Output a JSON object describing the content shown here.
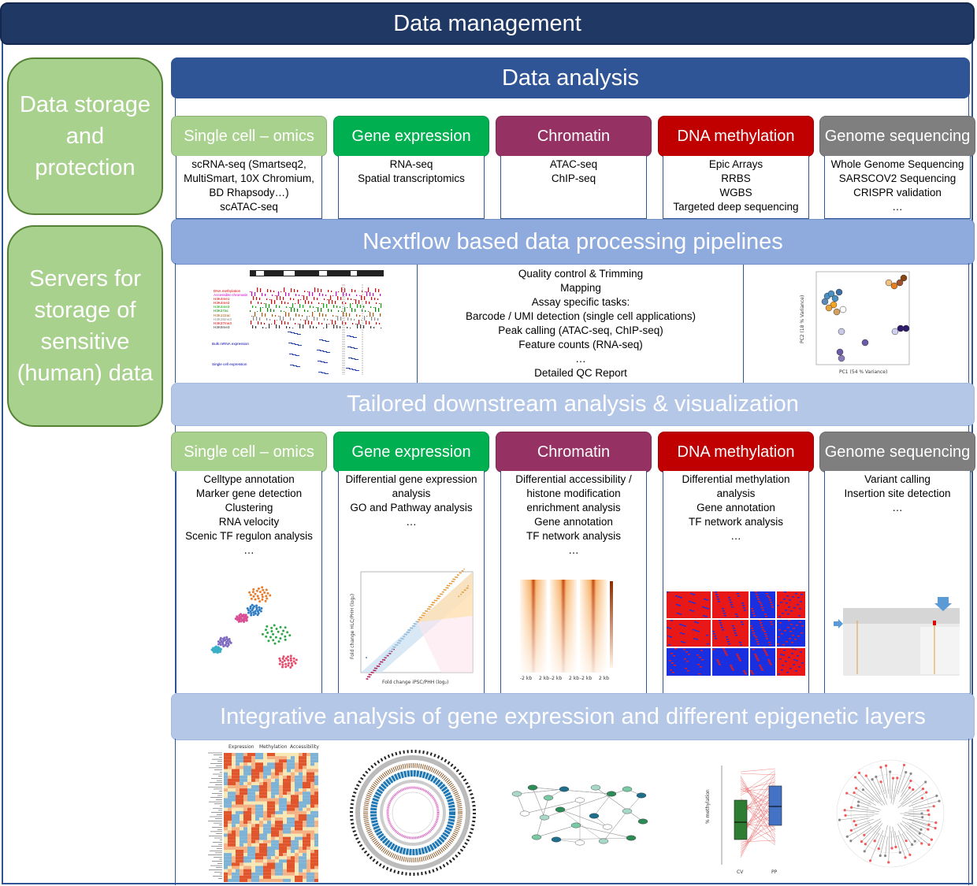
{
  "header": {
    "title": "Data management"
  },
  "side": {
    "storage": "Data storage and protection",
    "servers": "Servers for storage of sensitive (human) data"
  },
  "analysis": {
    "title": "Data analysis",
    "categories": [
      {
        "label": "Single cell – omics",
        "color": "#a9d18e",
        "items": [
          "scRNA-seq (Smartseq2,",
          "MultiSmart, 10X Chromium,",
          "BD Rhapsody…)",
          "scATAC-seq"
        ]
      },
      {
        "label": "Gene expression",
        "color": "#00b050",
        "items": [
          "RNA-seq",
          "Spatial transcriptomics"
        ]
      },
      {
        "label": "Chromatin",
        "color": "#953163",
        "items": [
          "ATAC-seq",
          "ChIP-seq"
        ]
      },
      {
        "label": "DNA methylation",
        "color": "#c00000",
        "items": [
          "Epic Arrays",
          "RRBS",
          "WGBS",
          "Targeted deep sequencing"
        ]
      },
      {
        "label": "Genome sequencing",
        "color": "#7f7f7f",
        "items": [
          "Whole Genome Sequencing",
          "SARSCOV2 Sequencing",
          "CRISPR validation",
          "…"
        ]
      }
    ]
  },
  "pipelines": {
    "title": "Nextflow based data processing pipelines",
    "items": [
      "Quality control & Trimming",
      "Mapping",
      "Assay specific tasks:",
      "Barcode / UMI detection (single cell applications)",
      "Peak calling (ATAC-seq, ChIP-seq)",
      "Feature counts (RNA-seq)",
      "…",
      "Detailed QC Report"
    ],
    "pca": {
      "ylabel": "PC2 (18 % Variance)",
      "xlabel": "PC1 (54 % Variance)"
    },
    "browser_labels": [
      "DNA methylation",
      "Accessible chromatin",
      "H3K4me1",
      "H3K4me2",
      "H3K4me3",
      "H3K27ac",
      "H3K122ac",
      "H3K36me3",
      "H3K27me3",
      "H3K9me3",
      "Bulk mRNA expression",
      "Single cell expression"
    ]
  },
  "downstream": {
    "title": "Tailored downstream analysis & visualization",
    "categories": [
      {
        "label": "Single cell – omics",
        "color": "#a9d18e",
        "items": [
          "Celltype annotation",
          "Marker gene detection",
          "Clustering",
          "RNA velocity",
          "Scenic TF regulon analysis",
          "…"
        ]
      },
      {
        "label": "Gene expression",
        "color": "#00b050",
        "items": [
          "Differential gene expression",
          "analysis",
          "GO and Pathway analysis",
          "…"
        ]
      },
      {
        "label": "Chromatin",
        "color": "#953163",
        "items": [
          "Differential accessibility /",
          "histone modification",
          "enrichment analysis",
          "Gene annotation",
          "TF network analysis",
          "…"
        ]
      },
      {
        "label": "DNA methylation",
        "color": "#c00000",
        "items": [
          "Differential methylation",
          "analysis",
          "Gene annotation",
          "TF network analysis",
          "…"
        ]
      },
      {
        "label": "Genome sequencing",
        "color": "#7f7f7f",
        "items": [
          "Variant calling",
          "Insertion site detection",
          "…"
        ]
      }
    ],
    "fold_change": {
      "xlabel": "Fold change iPSC/PHH (log₂)",
      "ylabel": "Fold change HLC/PHH (log₂)"
    },
    "heat_axis": "-2 kb",
    "heat_axis2": "2 kb"
  },
  "integrative": {
    "title": "Integrative analysis of gene expression and different epigenetic layers",
    "heatmap_headers": [
      "Expression",
      "Methylation",
      "Accessibility"
    ],
    "boxplot": {
      "ylabel": "% methylation",
      "xcats": [
        "CV",
        "PP"
      ]
    }
  }
}
